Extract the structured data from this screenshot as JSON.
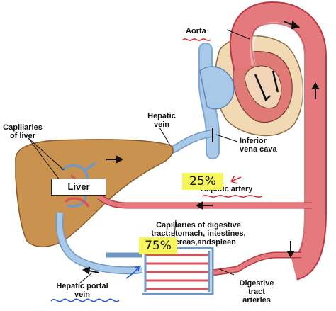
{
  "labels": {
    "aorta": "Aorta",
    "capillaries_of_liver": "Capillaries\nof liver",
    "hepatic_vein": "Hepatic\nvein",
    "inferior_vena_cava": "Inferior\nvena cava",
    "liver": "Liver",
    "hepatic_artery": "Hepatic artery",
    "capillaries_digestive": "Capillaries of digestive\ntract:stomach, intestines,\npancreas,andspleen",
    "hepatic_portal_vein": "Hepatic portal\nvein",
    "digestive_tract_arteries": "Digestive\ntract\narteries"
  },
  "annotations": {
    "artery_percent": "25%",
    "portal_percent": "75%"
  },
  "colors": {
    "artery": "#d9555a",
    "vein": "#8fb6dc",
    "liver": "#c9924f",
    "heart": "#e8c79a",
    "highlight": "#f6f65a",
    "annotation_ink": "#d32a2a",
    "pen_ink": "#2255cc"
  }
}
